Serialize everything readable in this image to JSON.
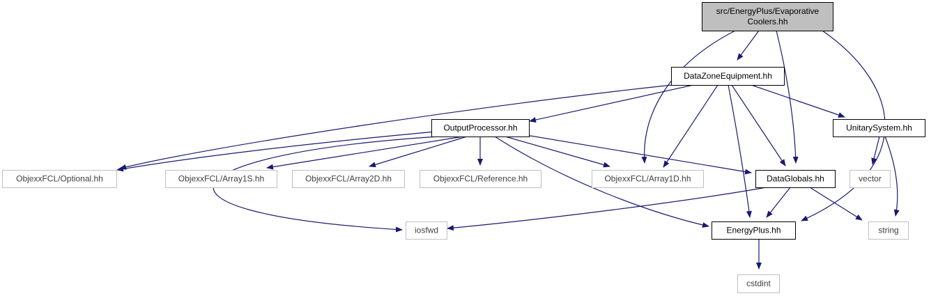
{
  "colors": {
    "edge": "#191970",
    "node_border": "#000000",
    "node_border_external": "#bfbfbf",
    "root_fill": "#bfbfbf",
    "node_fill": "#ffffff",
    "text": "#000000",
    "text_external": "#3f3f3f"
  },
  "nodes": [
    {
      "id": "root",
      "lines": [
        "src/EnergyPlus/Evaporative",
        "Coolers.hh"
      ],
      "kind": "root"
    },
    {
      "id": "datazone",
      "lines": [
        "DataZoneEquipment.hh"
      ],
      "kind": "local"
    },
    {
      "id": "output",
      "lines": [
        "OutputProcessor.hh"
      ],
      "kind": "local"
    },
    {
      "id": "unitary",
      "lines": [
        "UnitarySystem.hh"
      ],
      "kind": "local"
    },
    {
      "id": "optional",
      "lines": [
        "ObjexxFCL/Optional.hh"
      ],
      "kind": "external"
    },
    {
      "id": "array1s",
      "lines": [
        "ObjexxFCL/Array1S.hh"
      ],
      "kind": "external"
    },
    {
      "id": "array2d",
      "lines": [
        "ObjexxFCL/Array2D.hh"
      ],
      "kind": "external"
    },
    {
      "id": "reference",
      "lines": [
        "ObjexxFCL/Reference.hh"
      ],
      "kind": "external"
    },
    {
      "id": "array1d",
      "lines": [
        "ObjexxFCL/Array1D.hh"
      ],
      "kind": "external"
    },
    {
      "id": "dataglobals",
      "lines": [
        "DataGlobals.hh"
      ],
      "kind": "local"
    },
    {
      "id": "vector",
      "lines": [
        "vector"
      ],
      "kind": "external"
    },
    {
      "id": "iosfwd",
      "lines": [
        "iosfwd"
      ],
      "kind": "external"
    },
    {
      "id": "energyplus",
      "lines": [
        "EnergyPlus.hh"
      ],
      "kind": "local"
    },
    {
      "id": "string",
      "lines": [
        "string"
      ],
      "kind": "external"
    },
    {
      "id": "cstdint",
      "lines": [
        "cstdint"
      ],
      "kind": "external"
    }
  ],
  "edges": [
    {
      "from": "root",
      "to": "datazone"
    },
    {
      "from": "root",
      "to": "array1d"
    },
    {
      "from": "root",
      "to": "dataglobals"
    },
    {
      "from": "root",
      "to": "energyplus"
    },
    {
      "from": "datazone",
      "to": "output"
    },
    {
      "from": "datazone",
      "to": "optional"
    },
    {
      "from": "datazone",
      "to": "unitary"
    },
    {
      "from": "datazone",
      "to": "array1d"
    },
    {
      "from": "datazone",
      "to": "dataglobals"
    },
    {
      "from": "datazone",
      "to": "energyplus"
    },
    {
      "from": "output",
      "to": "optional"
    },
    {
      "from": "output",
      "to": "array1s"
    },
    {
      "from": "output",
      "to": "array2d"
    },
    {
      "from": "output",
      "to": "reference"
    },
    {
      "from": "output",
      "to": "array1d"
    },
    {
      "from": "output",
      "to": "dataglobals"
    },
    {
      "from": "output",
      "to": "iosfwd"
    },
    {
      "from": "output",
      "to": "energyplus"
    },
    {
      "from": "unitary",
      "to": "vector"
    },
    {
      "from": "unitary",
      "to": "string"
    },
    {
      "from": "dataglobals",
      "to": "iosfwd"
    },
    {
      "from": "dataglobals",
      "to": "energyplus"
    },
    {
      "from": "dataglobals",
      "to": "string"
    },
    {
      "from": "energyplus",
      "to": "cstdint"
    }
  ]
}
